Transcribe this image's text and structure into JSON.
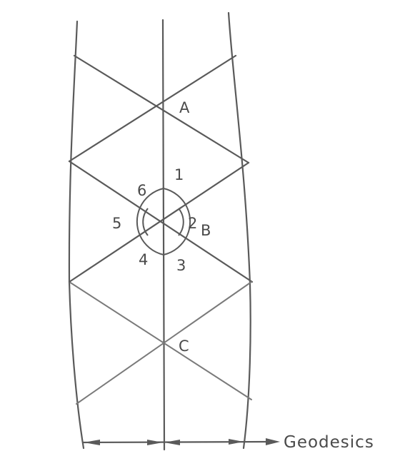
{
  "diagram": {
    "points": {
      "a": "A",
      "b": "B",
      "c": "C"
    },
    "angles": [
      "1",
      "2",
      "3",
      "4",
      "5",
      "6"
    ],
    "legend_label": "Geodesics"
  }
}
